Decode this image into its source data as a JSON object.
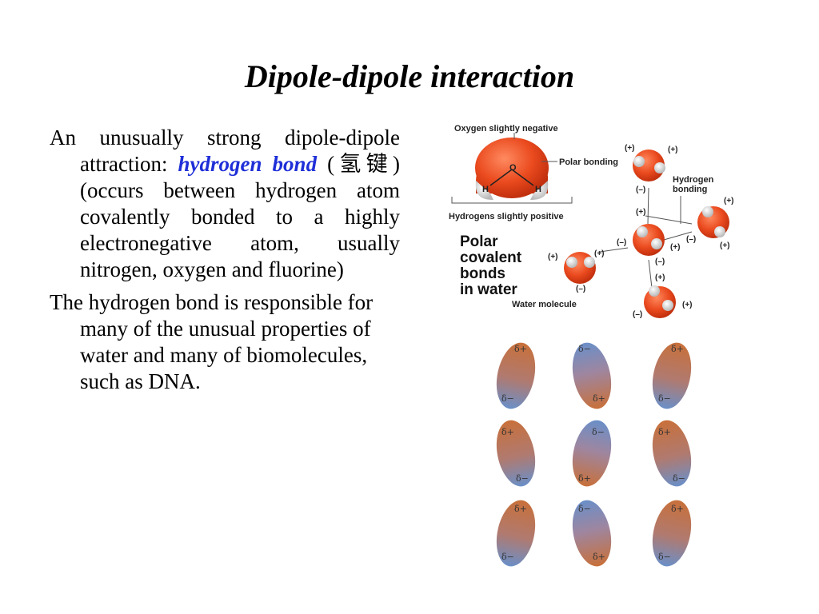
{
  "slide": {
    "title": "Dipole-dipole interaction",
    "p1": {
      "pre": "An unusually strong dipole-dipole attraction: ",
      "term": "hydrogen bond",
      "post": " (氢键) (occurs between hydrogen atom covalently bonded to a highly electronegative atom, usually nitrogen, oxygen and fluorine)"
    },
    "p2": "The hydrogen bond is responsible for many of the unusual properties of water and many of biomolecules, such as DNA."
  },
  "figure1": {
    "oxygen_label": "Oxygen slightly negative",
    "hydrogens_label": "Hydrogens slightly positive",
    "polar_bonding": "Polar bonding",
    "hydrogen_bonding_1": "Hydrogen",
    "hydrogen_bonding_2": "bonding",
    "polar_covalent_1": "Polar",
    "polar_covalent_2": "covalent",
    "polar_covalent_3": "bonds",
    "polar_covalent_4": "in water",
    "water_molecule": "Water molecule",
    "atom_o": "O",
    "atom_h": "H",
    "plus": "(+)",
    "minus": "(–)"
  },
  "figure2": {
    "delta_plus": "δ+",
    "delta_minus": "δ−",
    "colors": {
      "positive": "#c0703c",
      "negative": "#6a8fc8"
    }
  }
}
